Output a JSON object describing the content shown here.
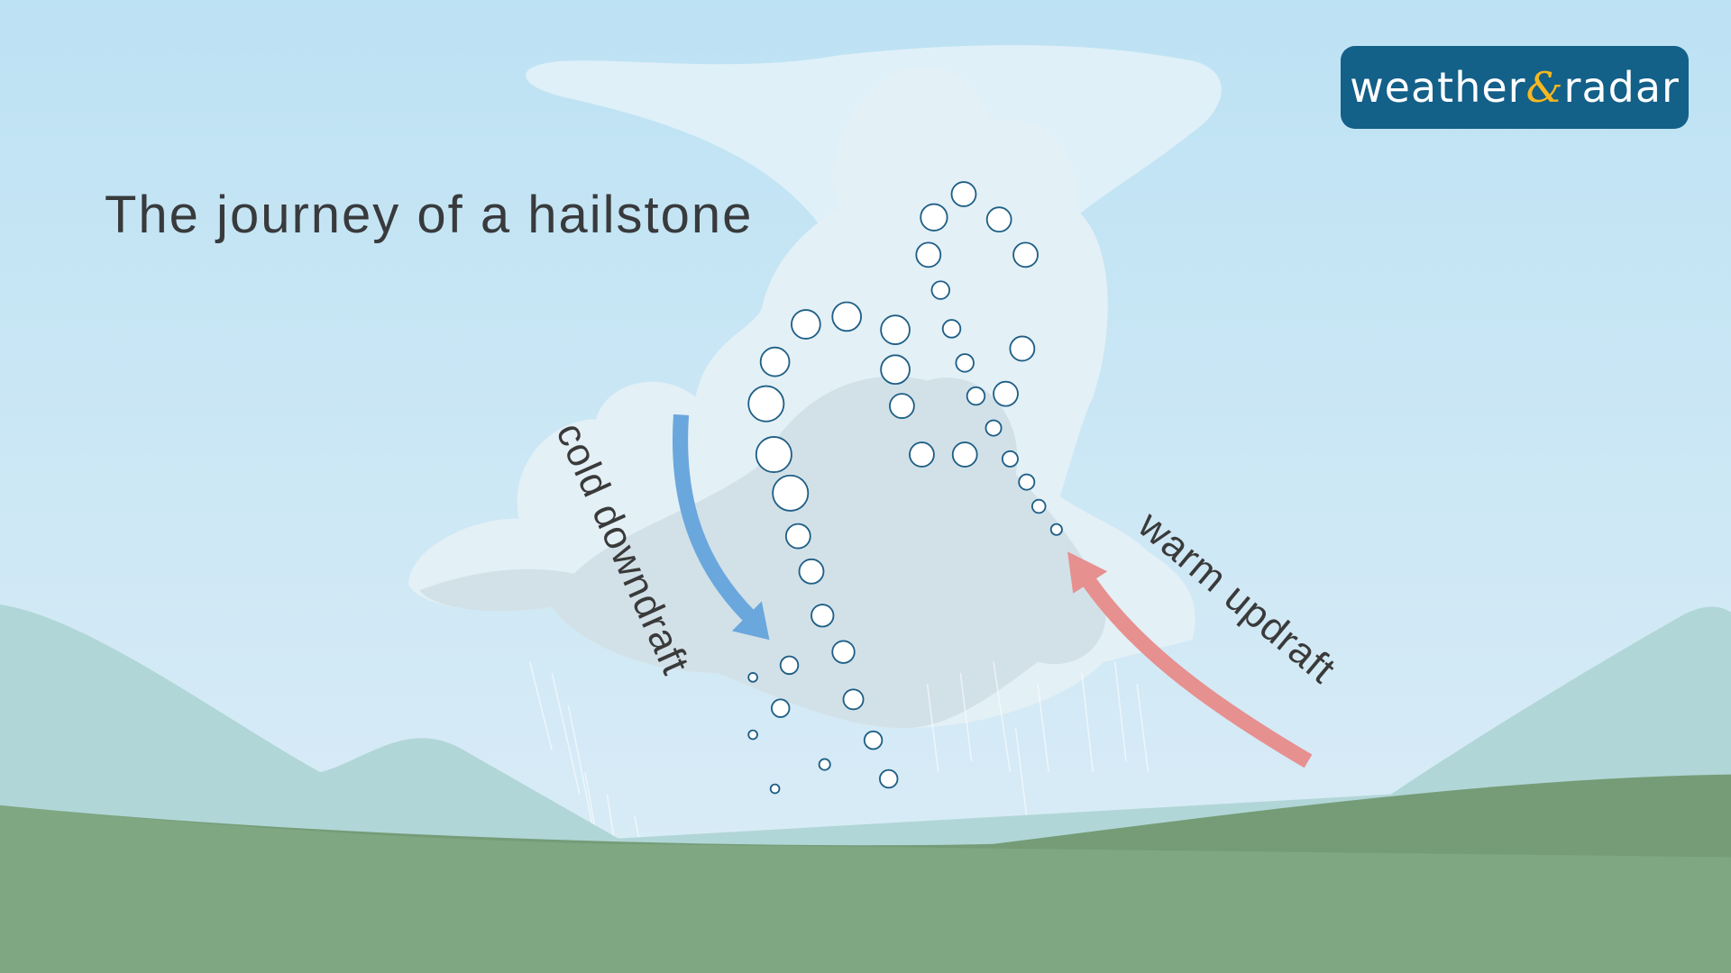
{
  "title": "The journey of a hailstone",
  "logo": {
    "part1": "weather",
    "amp": "&",
    "part2": "radar",
    "bg_color": "#136089",
    "accent_color": "#f5b820"
  },
  "labels": {
    "cold": "cold downdraft",
    "warm": "warm updraft"
  },
  "colors": {
    "downdraft_arrow": "#6aa7dd",
    "updraft_arrow": "#e79090",
    "hailstone_stroke": "#1f5f86"
  }
}
